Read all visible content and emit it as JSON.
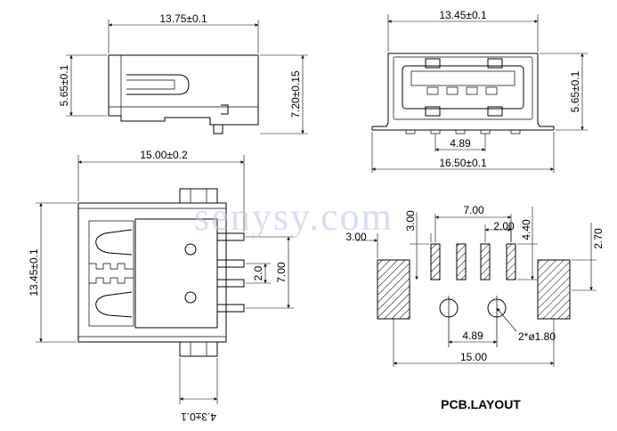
{
  "watermark": "senysy.com",
  "side_view": {
    "width_dim": "13.75±0.1",
    "height_dim_left": "5.65±0.1",
    "height_dim_right": "7.20±0.15"
  },
  "front_view": {
    "top_dim": "13.45±0.1",
    "height_dim": "5.65±0.1",
    "pitch_dim": "4.89",
    "bottom_dim": "16.50±0.1"
  },
  "top_view": {
    "width_dim": "15.00±0.2",
    "height_dim": "13.45±0.1",
    "pin_pitch": "2.0",
    "pin_span": "7.00",
    "tab_dim": "4.3±0.1"
  },
  "pcb_layout": {
    "title": "PCB.LAYOUT",
    "pad_span": "7.00",
    "pad_pitch": "2.00",
    "pad_length": "4.40",
    "tab_pad_height": "2.70",
    "tab_pad_width": "3.00",
    "pad_offset": "3.00",
    "hole_pitch": "4.89",
    "hole_dia": "2*ø1.80",
    "overall_width": "15.00"
  }
}
